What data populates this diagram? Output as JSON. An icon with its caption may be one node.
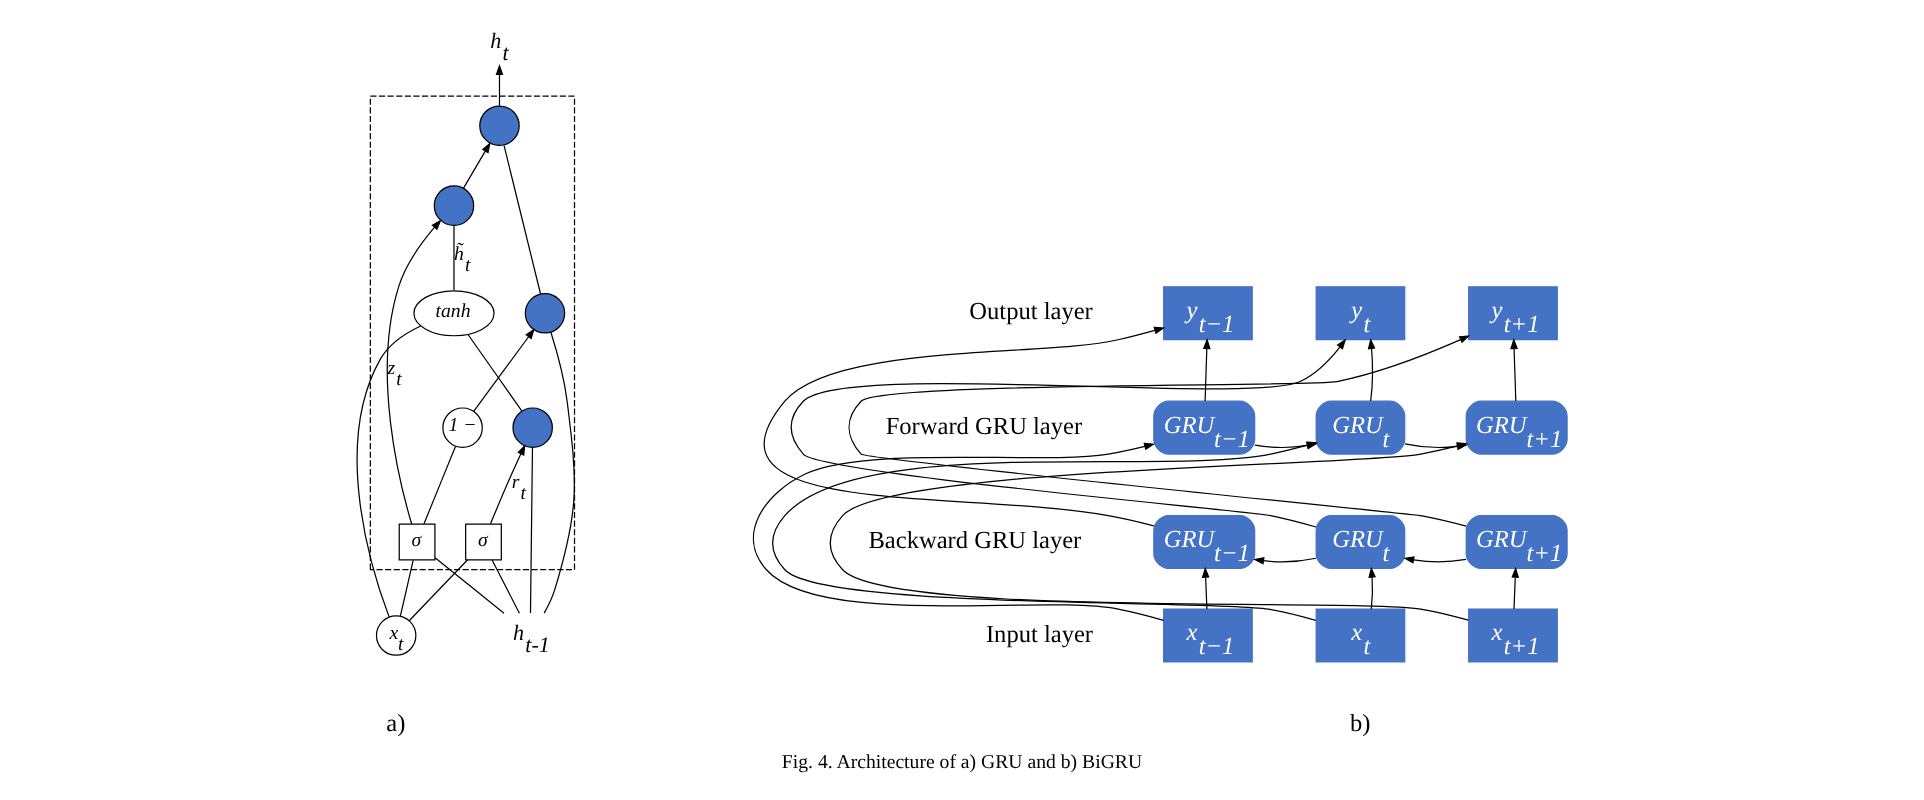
{
  "diagram": {
    "caption": "Fig. 4. Architecture of a) GRU and b) BiGRU",
    "nodes": [
      {
        "text": [],
        "shape": "box"
      },
      {
        "text": [
          "h$_{t-1}$"
        ]
      },
      {
        "text": [
          "h$_{t}$"
        ]
      },
      {
        "text": [],
        "shape": "circle",
        "in": 0
      },
      {
        "text": [],
        "shape": "circle",
        "in": 0
      },
      {
        "text": [],
        "shape": "circle",
        "in": 0
      },
      {
        "text": [],
        "shape": "circle",
        "in": 0
      },
      {
        "text": [
          "σ"
        ],
        "in": 0
      },
      {
        "text": [
          "σ"
        ],
        "in": 0
      },
      {
        "text": [
          "1 −"
        ],
        "in": 0
      },
      {
        "text": [
          "tanh"
        ],
        "in": 0
      },
      {
        "text": [
          "x$_{t}$"
        ]
      },
      {
        "text": [
          "y$_{t−1}$"
        ]
      },
      {
        "text": [
          "y$_{t}$"
        ]
      },
      {
        "text": [
          "y$_{t+1}$"
        ]
      },
      {
        "text": [
          "GRU$_{t−1}$"
        ]
      },
      {
        "text": [
          "GRU$_{t}$"
        ]
      },
      {
        "text": [
          "GRU$_{t+1}$"
        ]
      },
      {
        "text": [
          "GRU$_{t−1}$"
        ]
      },
      {
        "text": [
          "GRU$_{t}$"
        ]
      },
      {
        "text": [
          "GRU$_{t+1}$"
        ]
      },
      {
        "text": [
          "x$_{t−1}$"
        ]
      },
      {
        "text": [
          "x$_{t}$"
        ]
      },
      {
        "text": [
          "x$_{t+1}$"
        ]
      }
    ],
    "edges": [
      {
        "from": 1,
        "to": 3,
        "arrow": "none"
      },
      {
        "from": 3,
        "to": 4,
        "arrow": "none"
      },
      {
        "from": 4,
        "to": 2,
        "arrow": "to"
      },
      {
        "from": 1,
        "to": 5,
        "arrow": "none"
      },
      {
        "from": 7,
        "to": 5,
        "arrow": "to",
        "label": "r$_{t}$"
      },
      {
        "from": 1,
        "to": 7,
        "arrow": "none"
      },
      {
        "from": 1,
        "to": 8,
        "arrow": "none"
      },
      {
        "from": 11,
        "to": 7,
        "arrow": "none"
      },
      {
        "from": 11,
        "to": 8,
        "arrow": "none"
      },
      {
        "from": 8,
        "to": 9,
        "arrow": "none"
      },
      {
        "from": 8,
        "to": 6,
        "arrow": "to",
        "label": "z$_{t}$"
      },
      {
        "from": 9,
        "to": 3,
        "arrow": "to"
      },
      {
        "from": 5,
        "to": 10,
        "arrow": "none"
      },
      {
        "from": 11,
        "to": 10,
        "arrow": "none"
      },
      {
        "from": 10,
        "to": 6,
        "arrow": "none",
        "label": "h̃$_{t}$"
      },
      {
        "from": 6,
        "to": 4,
        "arrow": "to"
      },
      {
        "from": 15,
        "to": 12,
        "arrow": "to"
      },
      {
        "from": 16,
        "to": 13,
        "arrow": "to"
      },
      {
        "from": 17,
        "to": 14,
        "arrow": "to"
      },
      {
        "from": 15,
        "to": 16,
        "arrow": "to"
      },
      {
        "from": 16,
        "to": 17,
        "arrow": "to"
      },
      {
        "from": 20,
        "to": 19,
        "arrow": "to"
      },
      {
        "from": 19,
        "to": 18,
        "arrow": "to"
      },
      {
        "from": 18,
        "to": 12,
        "arrow": "to"
      },
      {
        "from": 19,
        "to": 13,
        "arrow": "to"
      },
      {
        "from": 20,
        "to": 14,
        "arrow": "to"
      },
      {
        "from": 21,
        "to": 18,
        "arrow": "to"
      },
      {
        "from": 22,
        "to": 19,
        "arrow": "to"
      },
      {
        "from": 23,
        "to": 20,
        "arrow": "to"
      },
      {
        "from": 21,
        "to": 15,
        "arrow": "to"
      },
      {
        "from": 22,
        "to": 16,
        "arrow": "to"
      },
      {
        "from": 23,
        "to": 17,
        "arrow": "to"
      }
    ],
    "labels": [
      "Output layer",
      "Forward GRU layer",
      "Backward GRU layer",
      "Input layer",
      "a)",
      "b)"
    ]
  }
}
